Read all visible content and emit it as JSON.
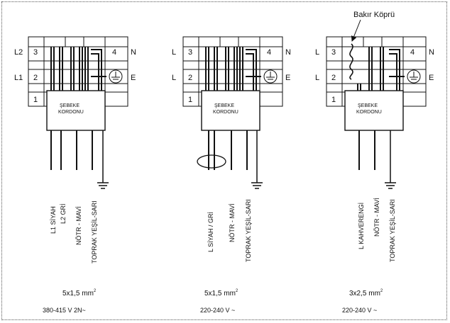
{
  "diagrams": [
    {
      "id": "three-phase",
      "terminal_labels": [
        "3",
        "2",
        "1",
        "4"
      ],
      "side_labels": [
        "L2",
        "L1",
        "N",
        "E"
      ],
      "box_label": [
        "ŞEBEKE",
        "KORDONU"
      ],
      "wire_labels": [
        "L1 SİYAH",
        "L2 GRİ",
        "NÖTR - MAVİ",
        "TOPRAK YEŞİL-SARI"
      ],
      "cable_spec": "5x1,5 mm",
      "cable_exp": "2",
      "voltage": "380-415 V 2N~"
    },
    {
      "id": "single-phase-5core",
      "terminal_labels": [
        "3",
        "2",
        "1",
        "4"
      ],
      "side_labels": [
        "L",
        "L",
        "N",
        "E"
      ],
      "box_label": [
        "ŞEBEKE",
        "KORDONU"
      ],
      "wire_labels": [
        "L  SİYAH / GRİ",
        "NÖTR - MAVİ",
        "TOPRAK YEŞİL-SARI"
      ],
      "cable_spec": "5x1,5 mm",
      "cable_exp": "2",
      "voltage": "220-240 V   ~"
    },
    {
      "id": "single-phase-3core",
      "terminal_labels": [
        "3",
        "2",
        "1",
        "4"
      ],
      "side_labels": [
        "L",
        "L",
        "N",
        "E"
      ],
      "box_label": [
        "ŞEBEKE",
        "KORDONU"
      ],
      "wire_labels": [
        "L  KAHVERENGİ",
        "NÖTR - MAVİ",
        "TOPRAK YEŞİL-SARI"
      ],
      "cable_spec": "3x2,5 mm",
      "cable_exp": "2",
      "voltage": "220-240 V   ~",
      "callout": "Bakır Köprü"
    }
  ],
  "colors": {
    "line": "#111111",
    "background": "#ffffff"
  }
}
